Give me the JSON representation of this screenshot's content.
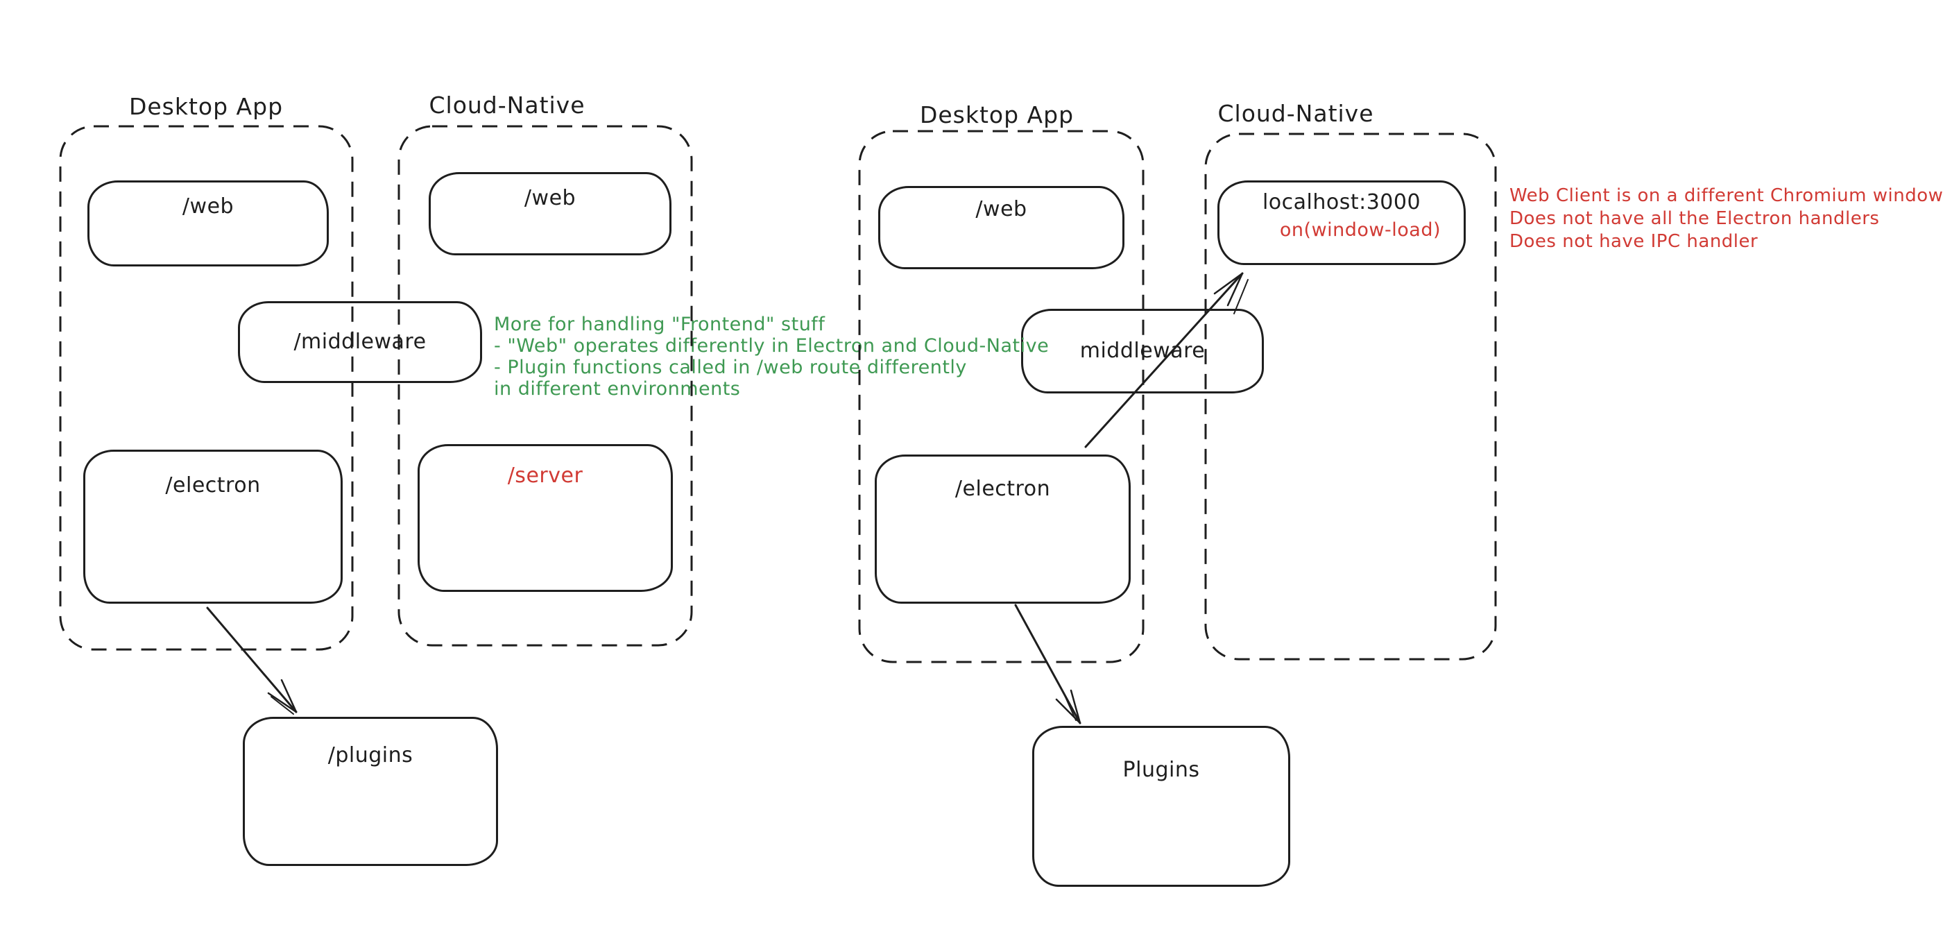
{
  "canvas": {
    "background": "#ffffff",
    "ink": "#1e1e1e"
  },
  "palette": {
    "green": "#3e9952",
    "red": "#d13a34"
  },
  "left_diagram": {
    "desktop_app": {
      "title": "Desktop App",
      "web_label": "/web",
      "electron_label": "/electron"
    },
    "cloud_native": {
      "title": "Cloud-Native",
      "web_label": "/web",
      "server_label": "/server"
    },
    "middleware_label": "/middleware",
    "plugins_label": "/plugins"
  },
  "right_diagram": {
    "desktop_app": {
      "title": "Desktop App",
      "web_label": "/web",
      "electron_label": "/electron"
    },
    "cloud_native": {
      "title": "Cloud-Native",
      "localhost_label": "localhost:3000",
      "localhost_annotation": "on(window-load)"
    },
    "middleware_label": "middleware",
    "plugins_label": "Plugins"
  },
  "green_note": {
    "color": "#3e9952",
    "lines": [
      "More for handling \"Frontend\" stuff",
      "- \"Web\" operates differently in Electron and Cloud-Native",
      "- Plugin functions called in /web route differently",
      "in different environments"
    ]
  },
  "red_note": {
    "color": "#d13a34",
    "lines": [
      "Web Client is on a different Chromium window",
      "Does not have all the Electron handlers",
      "Does not have IPC handler"
    ]
  }
}
